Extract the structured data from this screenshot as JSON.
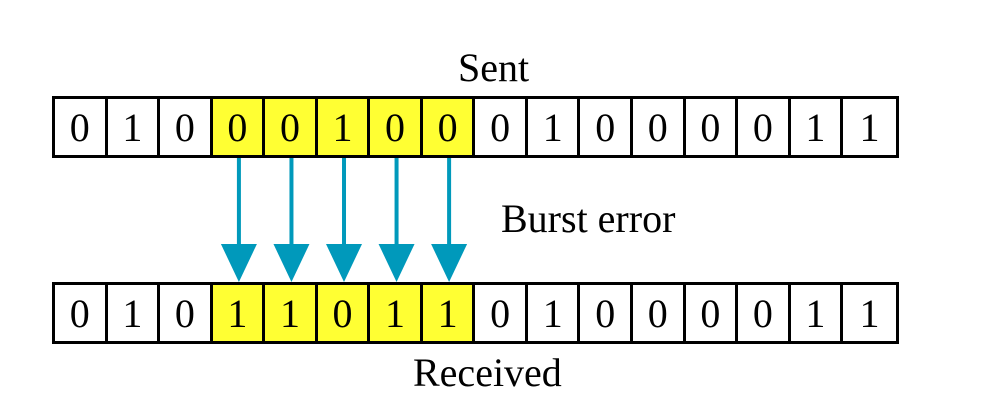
{
  "diagram": {
    "sent_label": "Sent",
    "received_label": "Received",
    "burst_label": "Burst error",
    "sent_bits": [
      "0",
      "1",
      "0",
      "0",
      "0",
      "1",
      "0",
      "0",
      "0",
      "1",
      "0",
      "0",
      "0",
      "0",
      "1",
      "1"
    ],
    "received_bits": [
      "0",
      "1",
      "0",
      "1",
      "1",
      "0",
      "1",
      "1",
      "0",
      "1",
      "0",
      "0",
      "0",
      "0",
      "1",
      "1"
    ],
    "burst_start_index": 3,
    "burst_length": 5,
    "colors": {
      "highlight": "#ffff33",
      "arrow": "#0099bb",
      "border": "#000000"
    }
  }
}
